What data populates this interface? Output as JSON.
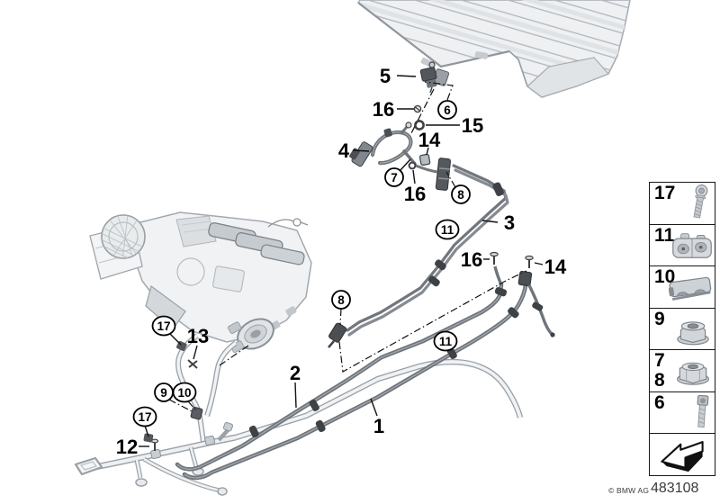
{
  "diagram": {
    "callouts_plain": [
      {
        "text": "5"
      },
      {
        "text": "16"
      },
      {
        "text": "15"
      },
      {
        "text": "14"
      },
      {
        "text": "4"
      },
      {
        "text": "16"
      },
      {
        "text": "3"
      },
      {
        "text": "16"
      },
      {
        "text": "14"
      },
      {
        "text": "2"
      },
      {
        "text": "1"
      },
      {
        "text": "13"
      },
      {
        "text": "12"
      }
    ],
    "callouts_circled": [
      {
        "text": "6"
      },
      {
        "text": "7"
      },
      {
        "text": "8"
      },
      {
        "text": "11"
      },
      {
        "text": "8"
      },
      {
        "text": "11"
      },
      {
        "text": "17"
      },
      {
        "text": "9"
      },
      {
        "text": "10"
      },
      {
        "text": "17"
      }
    ],
    "palette": {
      "pipe_dark": "#6f757b",
      "pipe_light": "#c6cbd0",
      "clip_dark": "#3e4246",
      "line_black": "#111111"
    }
  },
  "legend": {
    "items": [
      {
        "label": "17"
      },
      {
        "label": "11"
      },
      {
        "label": "10"
      },
      {
        "label": "9"
      },
      {
        "label": "7",
        "label2": "8"
      },
      {
        "label": "6"
      },
      {
        "label": ""
      }
    ]
  },
  "footer": {
    "copyright": "© BMW AG",
    "doc_number": "483108"
  }
}
